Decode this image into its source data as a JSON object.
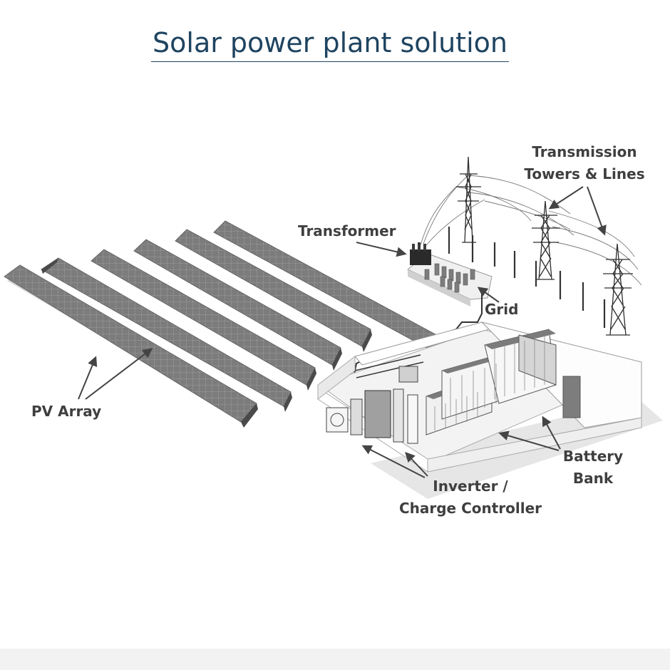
{
  "title": "Solar power plant solution",
  "labels": {
    "transmission_line1": "Transmission",
    "transmission_line2": "Towers & Lines",
    "transformer": "Transformer",
    "grid": "Grid",
    "pv_array": "PV Array",
    "battery_line1": "Battery",
    "battery_line2": "Bank",
    "inverter_line1": "Inverter /",
    "inverter_line2": "Charge Controller"
  },
  "colors": {
    "title": "#1f4460",
    "label_text": "#3f3f3f",
    "panel_fill": "#7a7a7a",
    "panel_grid": "#9a9a9a",
    "building_wall": "#ffffff",
    "building_outline": "#8c8c8c",
    "shadow": "#d9d9d9",
    "arrow": "#444444"
  },
  "icons": {
    "pv": "solar-panel-row-icon",
    "tower": "transmission-tower-icon",
    "transformer": "transformer-icon",
    "battery": "battery-rack-icon",
    "inverter": "inverter-icon"
  }
}
